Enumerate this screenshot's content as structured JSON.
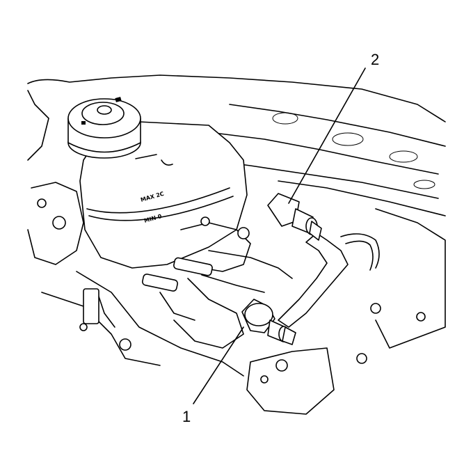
{
  "callouts": [
    {
      "label": "1",
      "target": "hose-fitting-lower"
    },
    {
      "label": "2",
      "target": "hose-fitting-upper"
    }
  ],
  "reservoir": {
    "max_label": "MAX 2C",
    "min_label": "MIN 0"
  },
  "colors": {
    "line": "#000000",
    "background": "#ffffff"
  }
}
